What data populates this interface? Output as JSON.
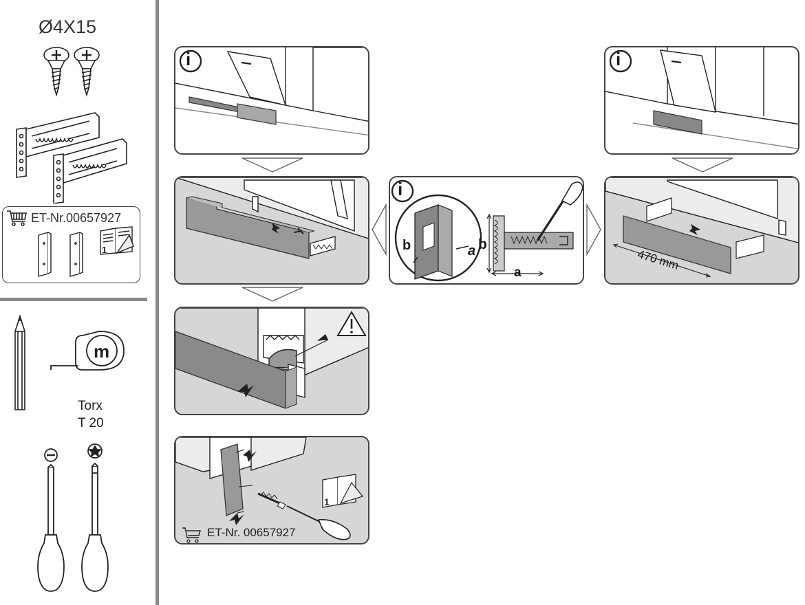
{
  "sidebar": {
    "screw_spec": "Ø4X15",
    "spare_part_box": {
      "part_number": "ET-Nr.00657927"
    },
    "tools": {
      "tape_measure_label": "m",
      "torx_label_line1": "Torx",
      "torx_label_line2": "T 20"
    }
  },
  "steps": {
    "info_badge": "i",
    "adjust_dimension_a": "a",
    "adjust_dimension_b": "b",
    "plinth_length": "470 mm",
    "spare_part_number": "ET-Nr. 00657927",
    "manual_page": "1"
  }
}
